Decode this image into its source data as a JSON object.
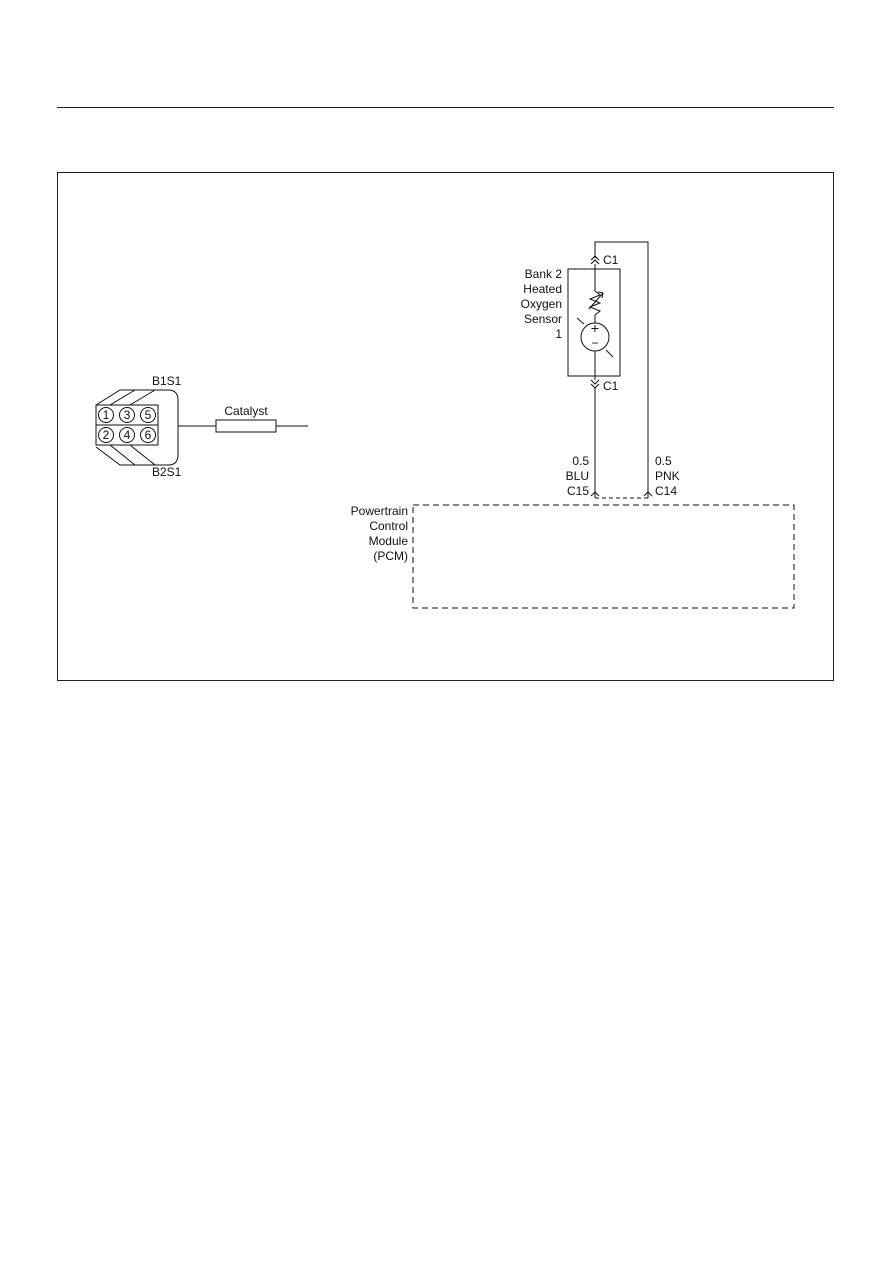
{
  "engine_diagram": {
    "bank1_label": "B1S1",
    "bank2_label": "B2S1",
    "cylinders_top": [
      "1",
      "3",
      "5"
    ],
    "cylinders_bottom": [
      "2",
      "4",
      "6"
    ],
    "catalyst_label": "Catalyst"
  },
  "sensor": {
    "label_lines": [
      "Bank 2",
      "Heated",
      "Oxygen",
      "Sensor",
      "1"
    ],
    "connector_top": "C1",
    "connector_bottom": "C1",
    "plus_symbol": "+",
    "minus_symbol": "−"
  },
  "wires": [
    {
      "gauge": "0.5",
      "color": "BLU",
      "pin": "C15"
    },
    {
      "gauge": "0.5",
      "color": "PNK",
      "pin": "C14"
    }
  ],
  "pcm": {
    "label_lines": [
      "Powertrain",
      "Control",
      "Module",
      "(PCM)"
    ]
  }
}
